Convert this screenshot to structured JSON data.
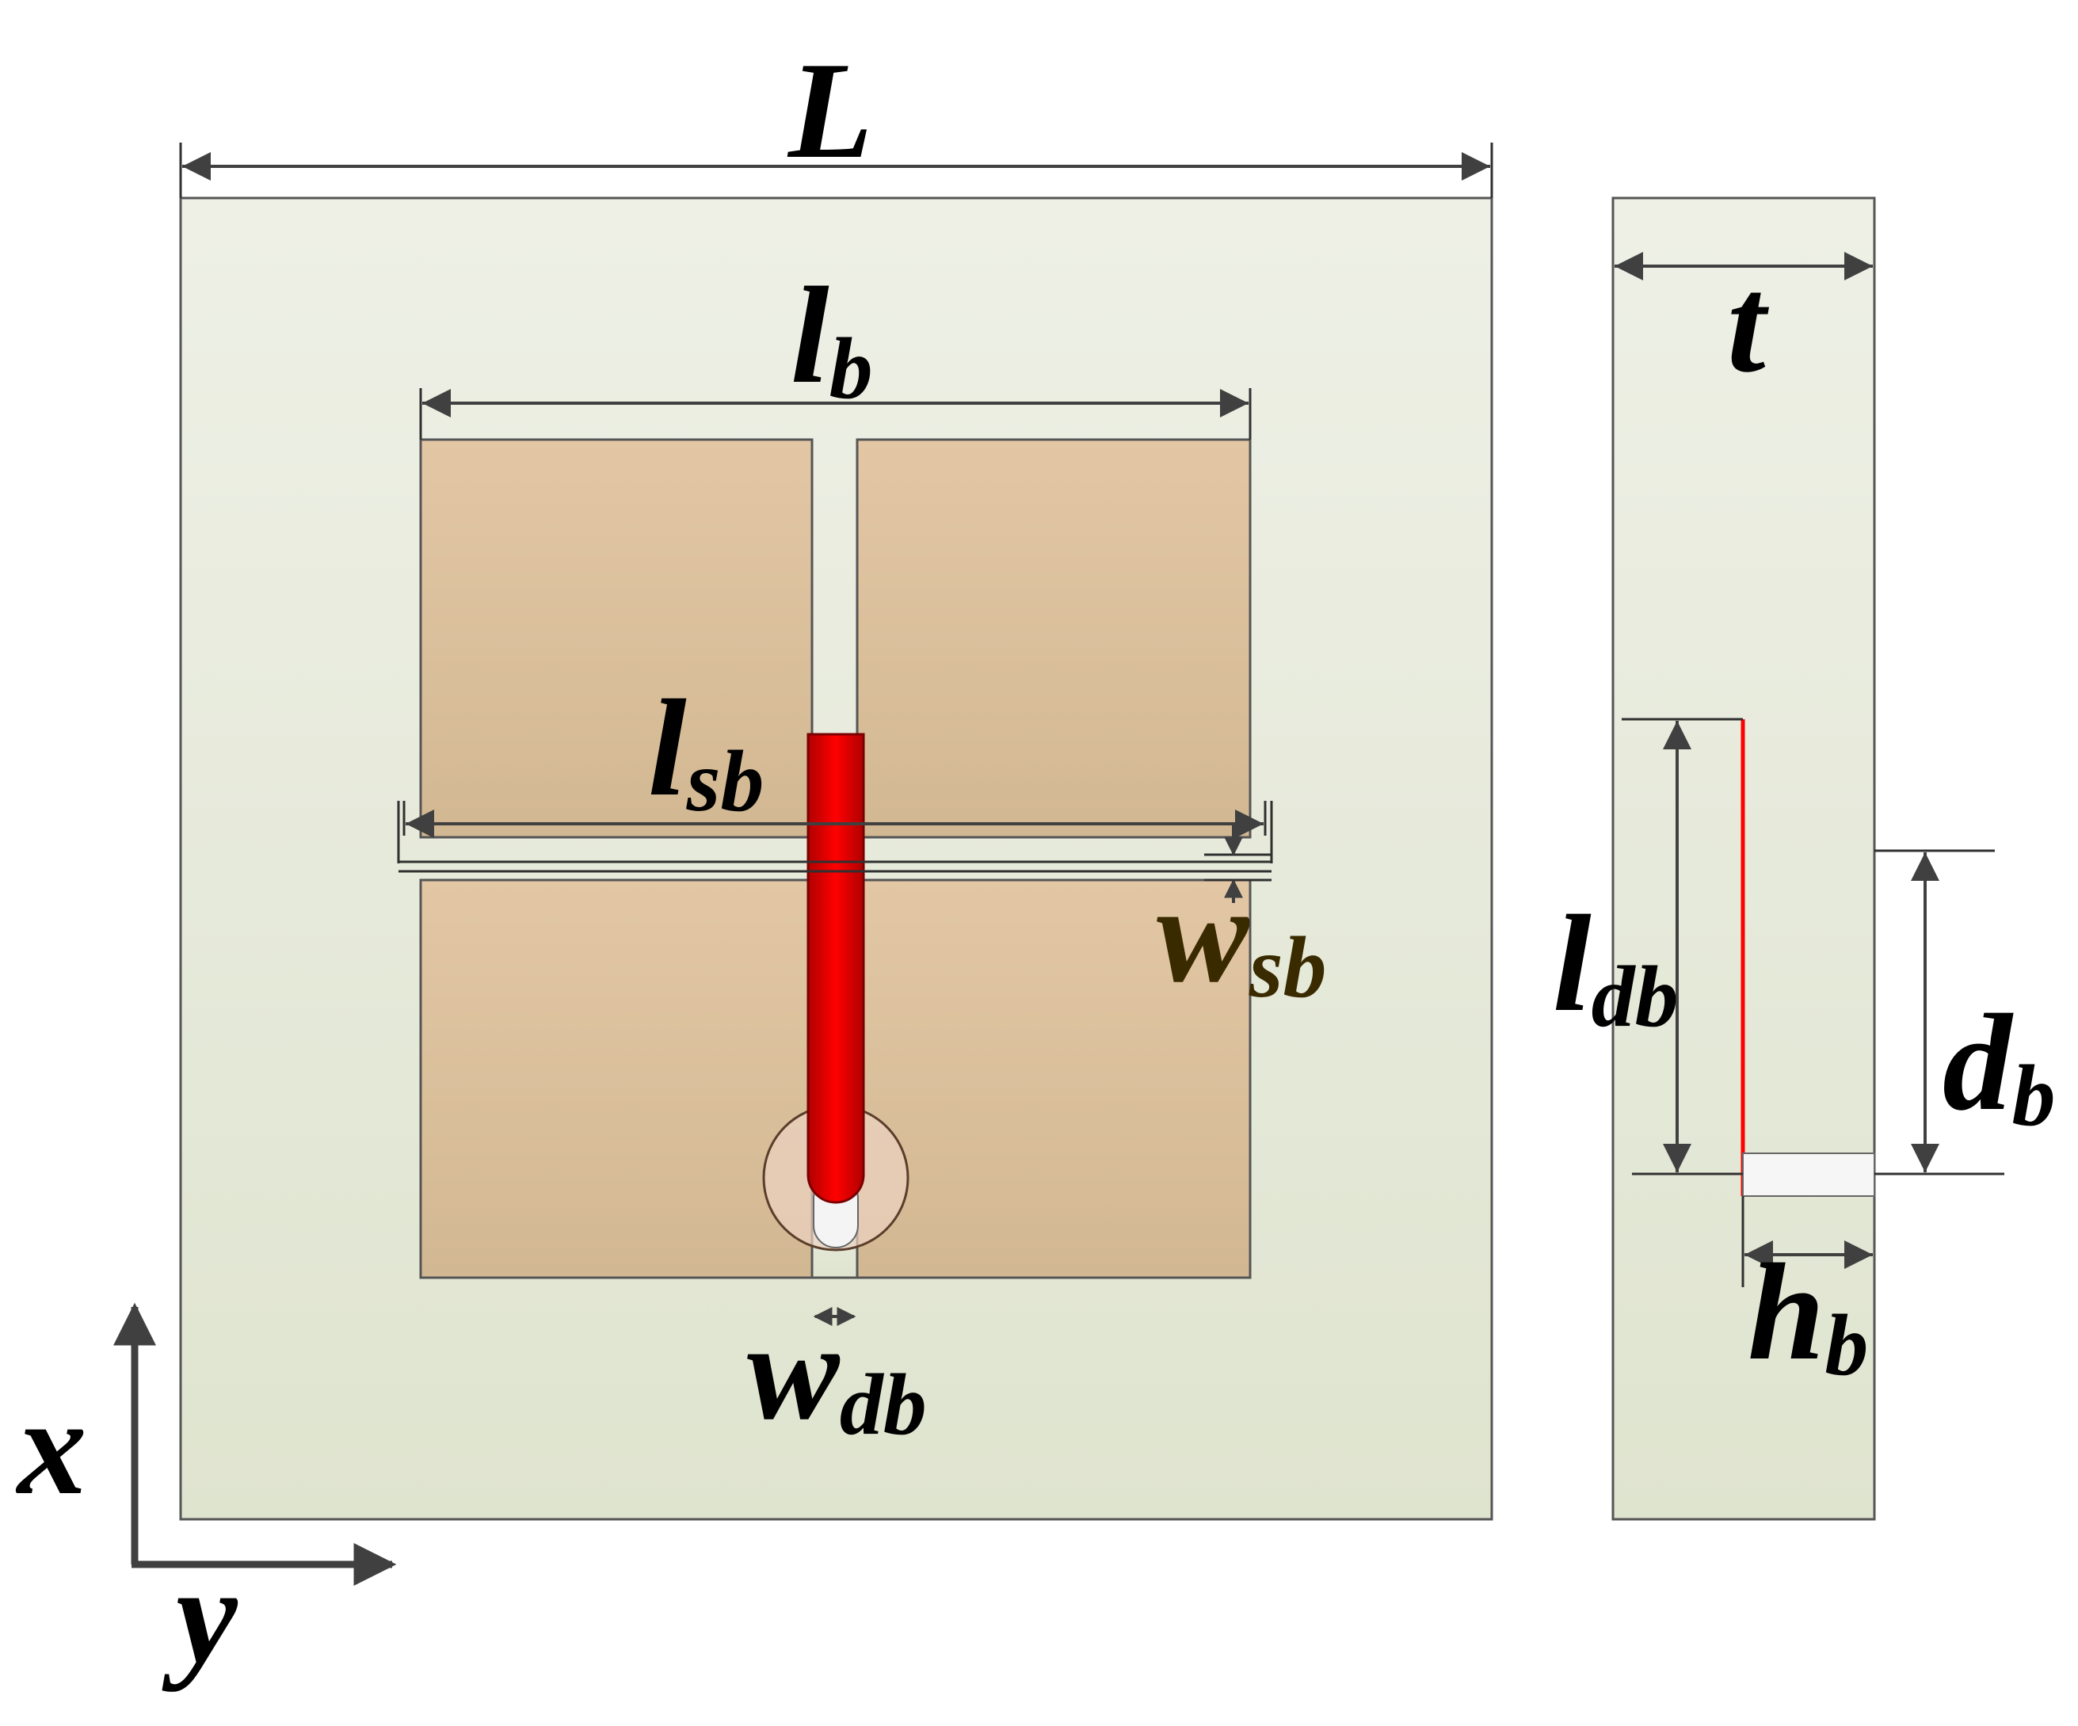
{
  "colors": {
    "substrate_top": "#eef0e6",
    "substrate_bottom": "#dfe4cf",
    "patch_top": "#e3c7a5",
    "patch_bottom": "#d2b892",
    "feed_red": "#ff0000",
    "feed_red_dark": "#b00000",
    "outline": "#555555"
  },
  "labels": {
    "L": "L",
    "lb_main": "l",
    "lb_sub": "b",
    "lsb_main": "l",
    "lsb_sub": "sb",
    "wsb_main": "w",
    "wsb_sub": "sb",
    "wdb_main": "w",
    "wdb_sub": "db",
    "t": "t",
    "ldb_main": "l",
    "ldb_sub": "db",
    "db_main": "d",
    "db_sub": "b",
    "hb_main": "h",
    "hb_sub": "b",
    "axis_x": "x",
    "axis_y": "y"
  }
}
